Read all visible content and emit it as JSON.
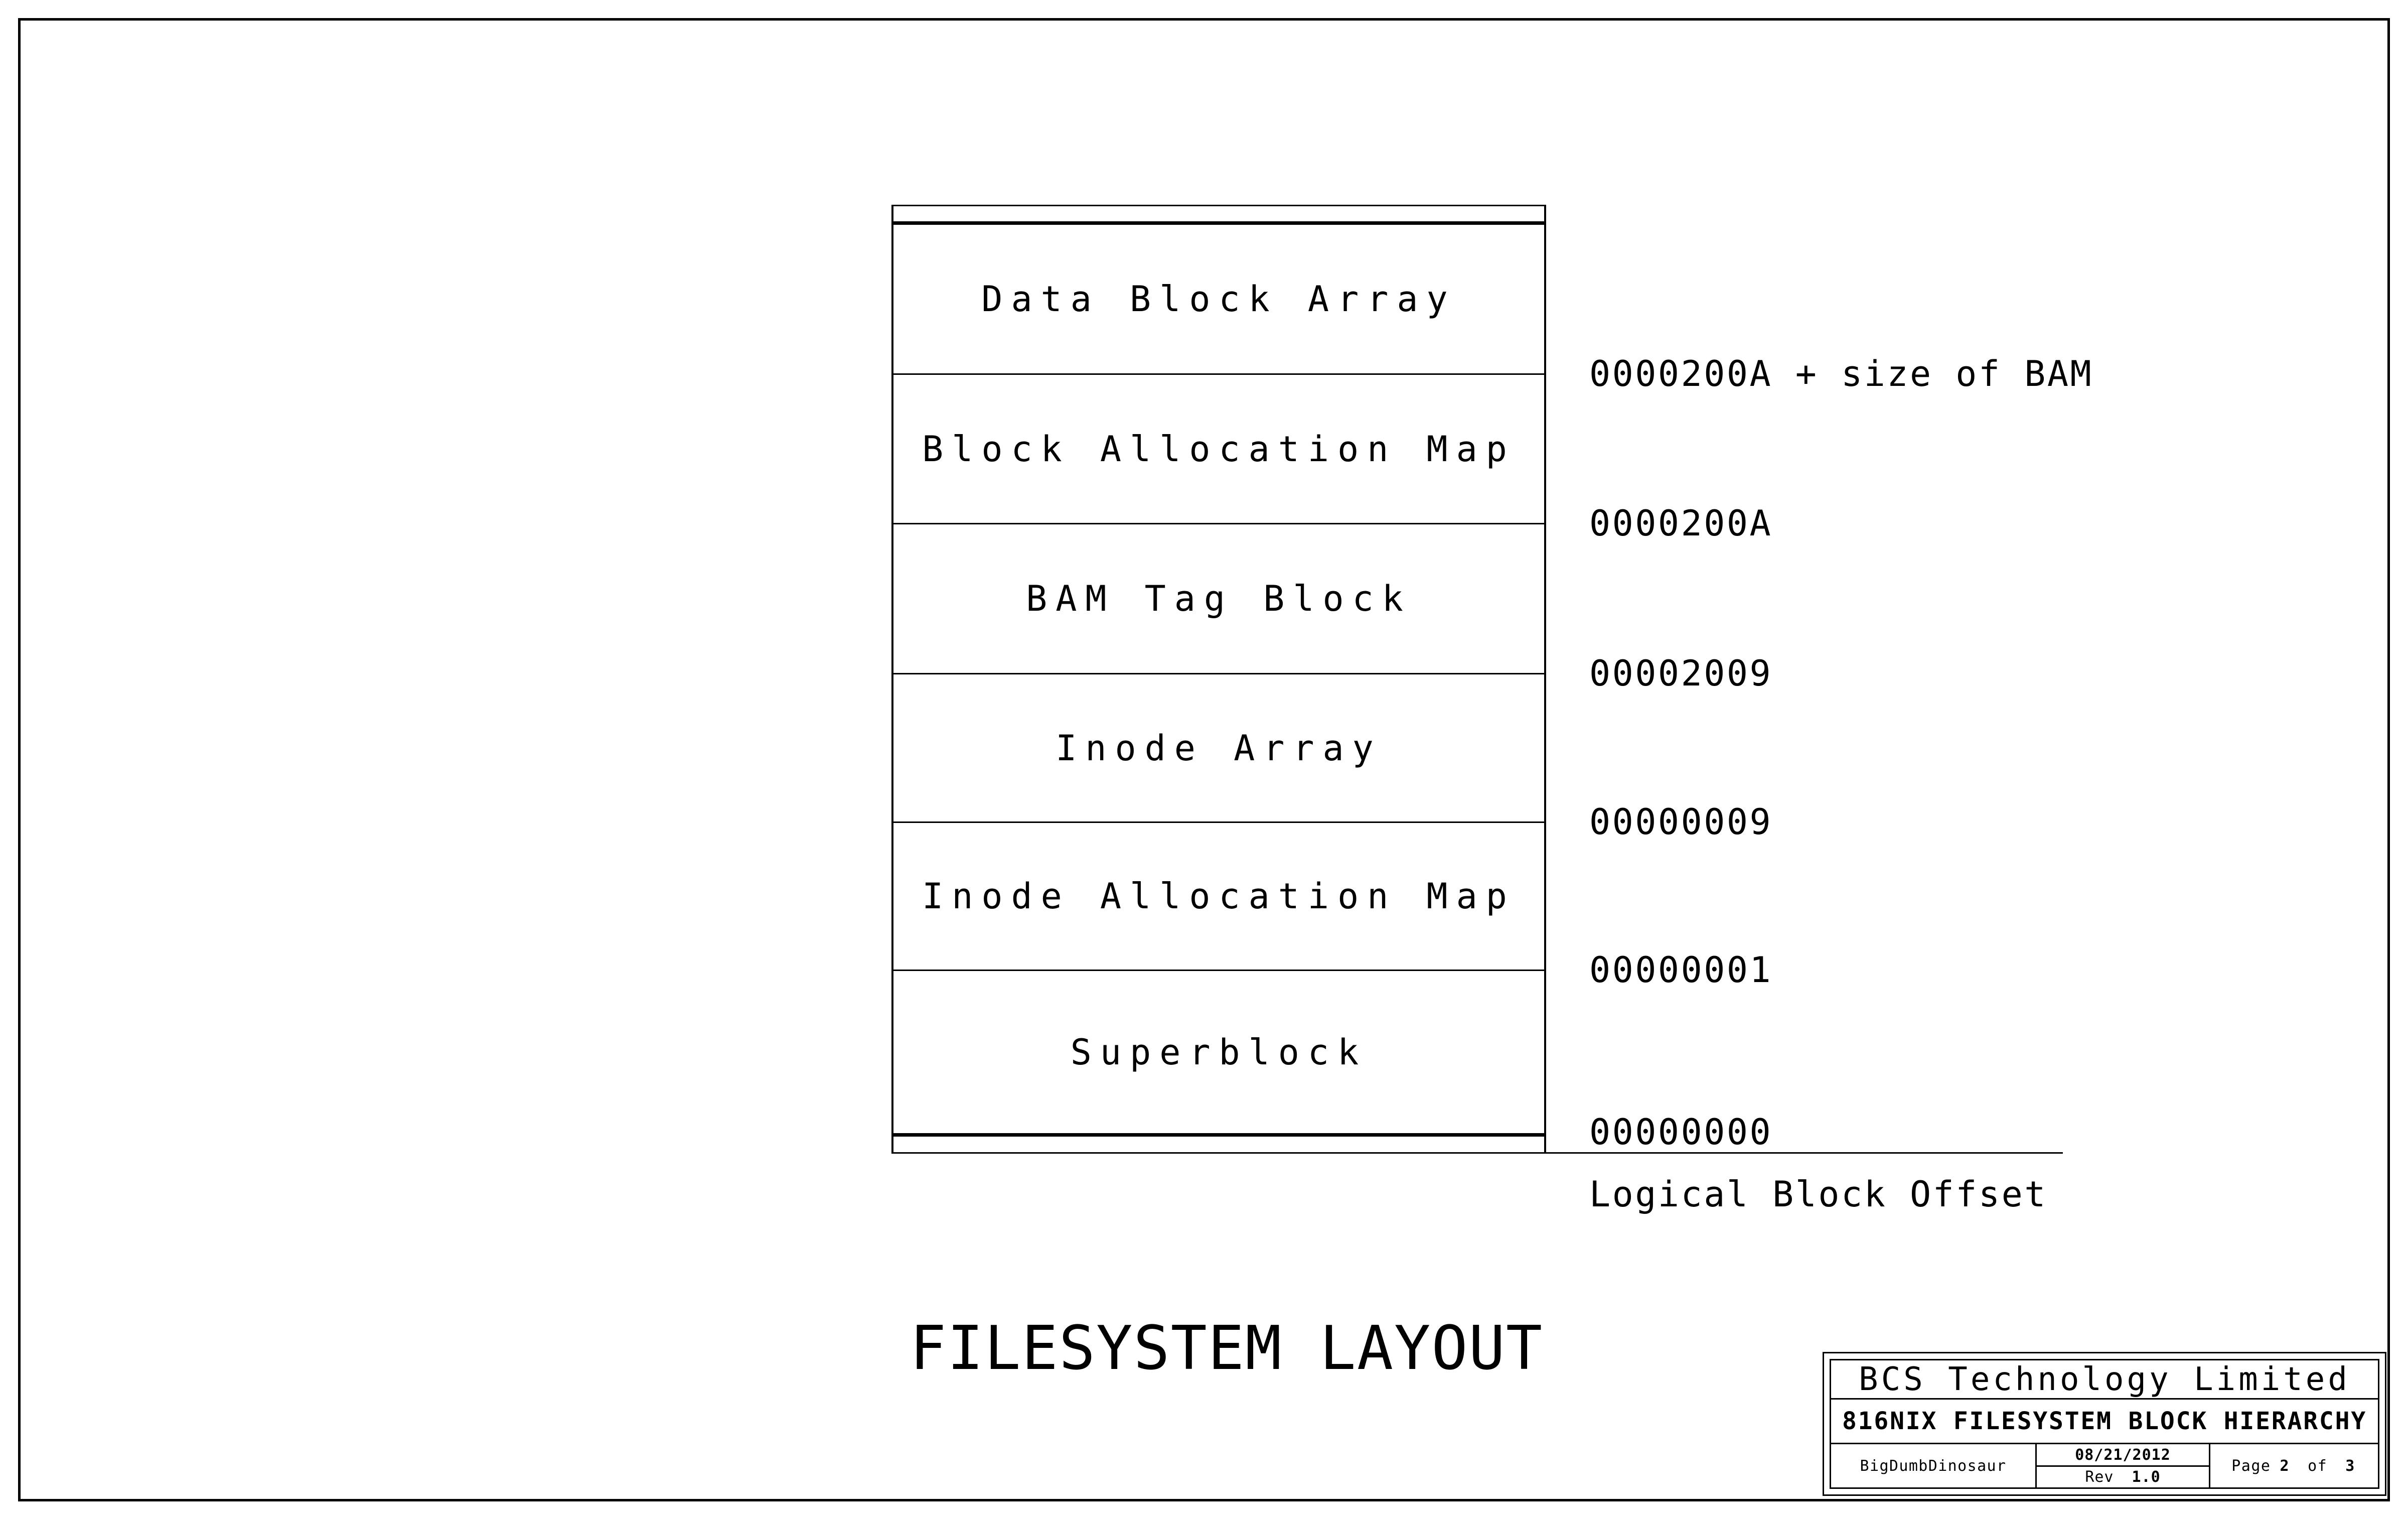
{
  "drawing": {
    "title": "FILESYSTEM LAYOUT",
    "axis_label": "Logical Block Offset"
  },
  "diagram": {
    "blocks": [
      {
        "label": "Data Block Array"
      },
      {
        "label": "Block Allocation Map"
      },
      {
        "label": "BAM Tag Block"
      },
      {
        "label": "Inode Array"
      },
      {
        "label": "Inode Allocation Map"
      },
      {
        "label": "Superblock"
      }
    ],
    "offsets": [
      {
        "text": "0000200A + size of BAM"
      },
      {
        "text": "0000200A"
      },
      {
        "text": "00002009"
      },
      {
        "text": "00000009"
      },
      {
        "text": "00000001"
      },
      {
        "text": "00000000"
      }
    ]
  },
  "title_block": {
    "company": "BCS Technology Limited",
    "drawing_name": "816NIX FILESYSTEM BLOCK HIERARCHY",
    "author": "BigDumbDinosaur",
    "date": "08/21/2012",
    "rev_label": "Rev",
    "rev_value": "1.0",
    "page_label": "Page",
    "page_current": "2",
    "page_of_label": "of",
    "page_total": "3"
  },
  "colors": {
    "ink": "#000000",
    "paper": "#ffffff"
  }
}
